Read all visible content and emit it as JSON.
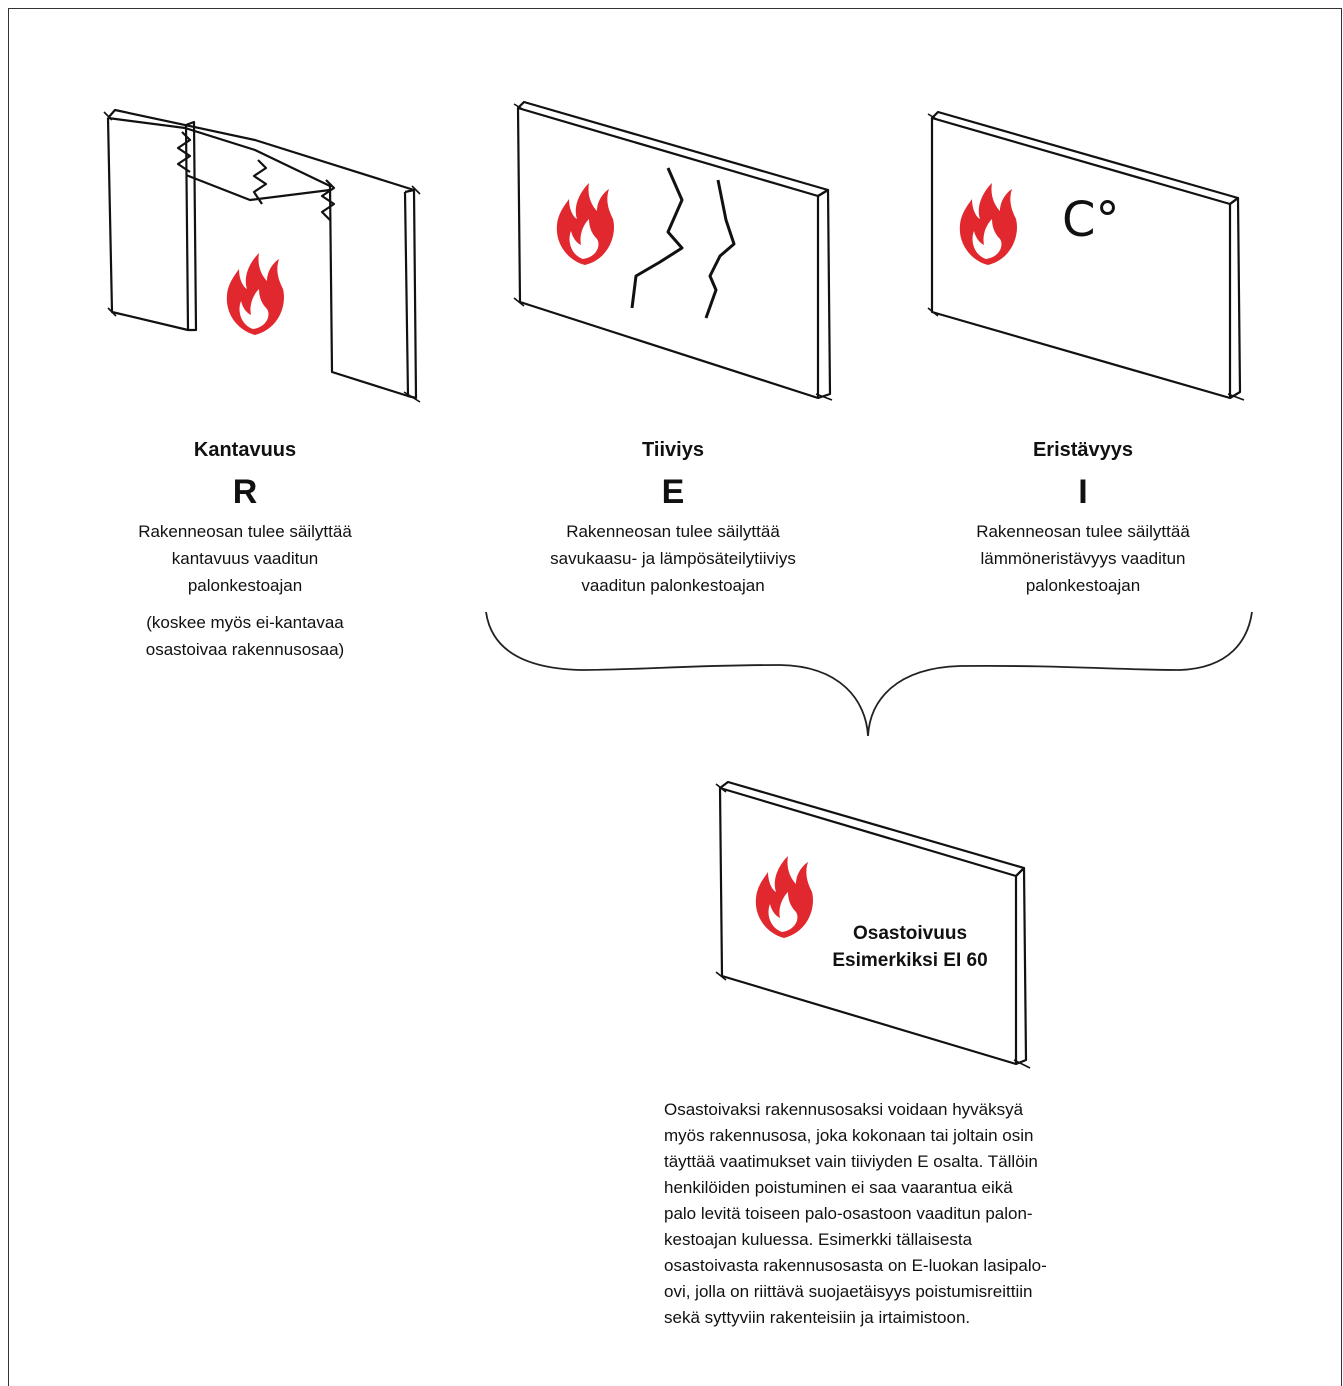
{
  "columns": [
    {
      "heading": "Kantavuus",
      "letter": "R",
      "description_lines": [
        "Rakenneosan tulee säilyttää",
        "kantavuus vaaditun",
        "palonkestoajan"
      ],
      "note_lines": [
        "(koskee myös ei-kantavaa",
        "osastoivaa rakennusosaa)"
      ]
    },
    {
      "heading": "Tiiviys",
      "letter": "E",
      "description_lines": [
        "Rakenneosan tulee säilyttää",
        "savukaasu- ja lämpösäteilytiiviys",
        "vaaditun palonkestoajan"
      ]
    },
    {
      "heading": "Eristävyys",
      "letter": "I",
      "description_lines": [
        "Rakenneosan tulee säilyttää",
        "lämmöneristävyys vaaditun",
        "palonkestoajan"
      ]
    }
  ],
  "temperature_symbol": "C°",
  "bottom_panel": {
    "label_line1": "Osastoivuus",
    "label_line2": "Esimerkiksi EI 60"
  },
  "paragraph_lines": [
    "Osastoivaksi rakennusosaksi voidaan hyväksyä",
    "myös rakennusosa, joka kokonaan tai joltain osin",
    "täyttää vaatimukset vain tiiviyden E osalta. Tällöin",
    "henkilöiden poistuminen ei saa vaarantua eikä",
    "palo levitä toiseen palo-osastoon vaaditun palon-",
    "kestoajan kuluessa. Esimerkki tällaisesta",
    "osastoivasta rakennusosasta on E-luokan lasipalo-",
    "ovi, jolla on riittävä suojaetäisyys poistumisreittiin",
    "sekä syttyviin rakenteisiin ja irtaimistoon."
  ],
  "colors": {
    "flame": "#e0282e",
    "line": "#111111"
  },
  "icons": [
    "flame-icon",
    "crack-icon",
    "brace-icon"
  ]
}
